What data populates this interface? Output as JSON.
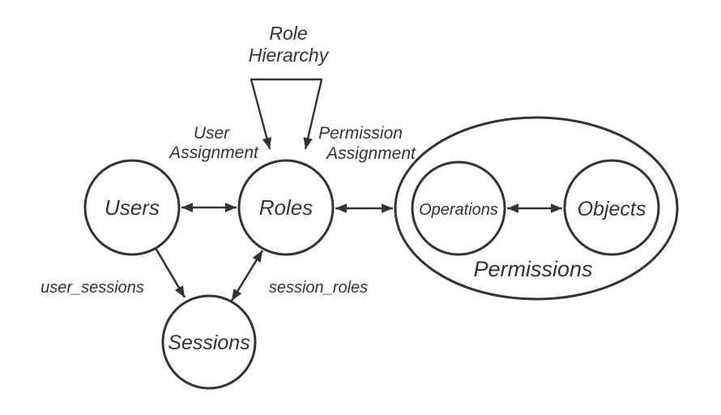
{
  "colors": {
    "ink": "#333333",
    "background": "#ffffff"
  },
  "nodes": {
    "users": "Users",
    "roles": "Roles",
    "sessions": "Sessions",
    "operations": "Operations",
    "objects": "Objects",
    "permissions_group": "Permissions"
  },
  "edge_labels": {
    "role_hierarchy": [
      "Role",
      "Hierarchy"
    ],
    "user_assignment": [
      "User",
      "Assignment"
    ],
    "permission_assignment": [
      "Permission",
      "Assignment"
    ],
    "user_sessions": "user_sessions",
    "session_roles": "session_roles"
  }
}
